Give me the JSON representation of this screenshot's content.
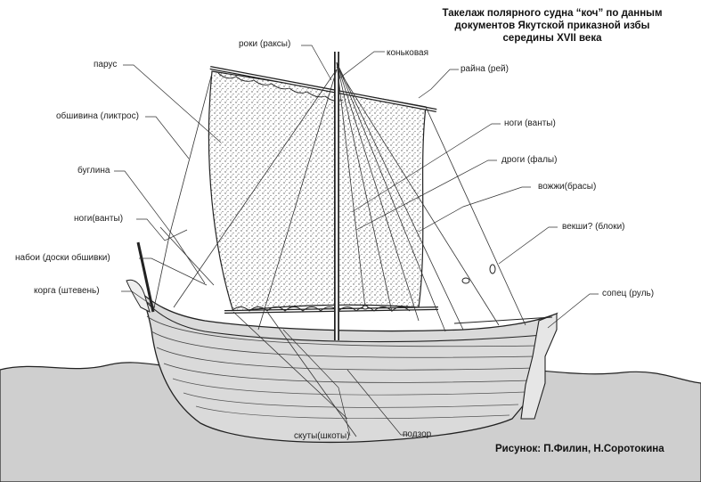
{
  "title_lines": [
    "Такелаж полярного судна “коч” по данным",
    "документов Якутской приказной избы",
    "середины XVII века"
  ],
  "credit": "Рисунок: П.Филин, Н.Соротокина",
  "labels": {
    "roki": "роки (раксы)",
    "konkovaya": "коньковая",
    "rayna": "райна (рей)",
    "parus": "парус",
    "obshivina": "обшивина (ликтрос)",
    "nogi_vanty_right": "ноги (ванты)",
    "drogi": "дроги (фалы)",
    "buglina": "буглина",
    "vozhzhi": "вожжи(брасы)",
    "nogi_vanty_left": "ноги(ванты)",
    "vekshi": "векши? (блоки)",
    "naboi": "набои (доски обшивки)",
    "korga": "корга (штевень)",
    "sopets": "сопец (руль)",
    "podzor": "подзор",
    "skuty": "скуты(шкоты)"
  }
}
